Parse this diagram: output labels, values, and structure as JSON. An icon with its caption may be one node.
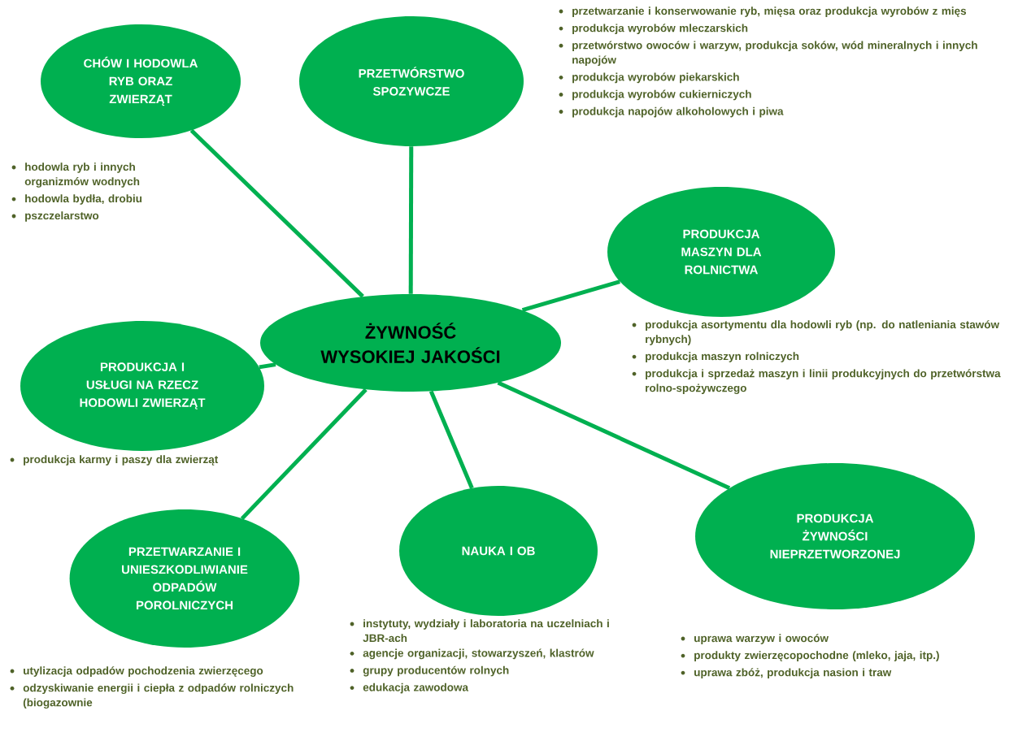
{
  "diagram": {
    "nodes": [
      {
        "text": [
          "ŻYWNOŚĆ WYSOKIEJ JAKOŚCI"
        ]
      },
      {
        "text": [
          "CHÓW I HODOWLA RYB ORAZ ZWIERZĄT"
        ],
        "beside": [
          "hodowla ryb i innych organizmów wodnych",
          "hodowla bydła, drobiu",
          "pszczelarstwo"
        ]
      },
      {
        "text": [
          "PRZETWÓRSTWO SPOZYWCZE"
        ],
        "beside": [
          "przetwarzanie i konserwowanie ryb, mięsa oraz produkcja wyrobów z mięs",
          "produkcja wyrobów mleczarskich",
          "przetwórstwo owoców i warzyw, produkcja soków, wód mineralnych i innych napojów",
          "produkcja wyrobów piekarskich",
          "produkcja wyrobów cukierniczych",
          "produkcja napojów alkoholowych i piwa"
        ]
      },
      {
        "text": [
          "PRODUKCJA MASZYN DLA ROLNICTWA"
        ],
        "beside": [
          "produkcja asortymentu dla hodowli ryb (np. do natleniania stawów rybnych)",
          "produkcja maszyn rolniczych",
          "produkcja i sprzedaż maszyn i linii produkcyjnych do przetwórstwa rolno-spożywczego"
        ]
      },
      {
        "text": [
          "PRODUKCJA I USŁUGI NA RZECZ HODOWLI ZWIERZĄT"
        ],
        "beside": [
          "produkcja karmy i paszy dla zwierząt"
        ]
      },
      {
        "text": [
          "PRODUKCJA ŻYWNOŚCI NIEPRZETWORZONEJ"
        ],
        "beside": [
          "uprawa warzyw i owoców",
          "produkty zwierzęcopochodne (mleko, jaja, itp.)",
          "uprawa zbóż, produkcja nasion i traw"
        ]
      },
      {
        "text": [
          "NAUKA I OB"
        ],
        "beside": [
          "instytuty, wydziały i laboratoria na uczelniach i JBR-ach",
          "agencje organizacji, stowarzyszeń, klastrów",
          "grupy producentów rolnych",
          "edukacja zawodowa"
        ]
      },
      {
        "text": [
          "PRZETWARZANIE I UNIESZKODLIWIANIE ODPADÓW POROLNICZYCH"
        ],
        "beside": [
          "utylizacja odpadów pochodzenia zwierzęcego",
          "odzyskiwanie energii i ciepła z odpadów rolniczych (biogazownie"
        ]
      }
    ],
    "edges": [
      {
        "from": 0,
        "to": 1,
        "arrow": "none"
      },
      {
        "from": 0,
        "to": 2,
        "arrow": "none"
      },
      {
        "from": 0,
        "to": 3,
        "arrow": "none"
      },
      {
        "from": 0,
        "to": 4,
        "arrow": "none"
      },
      {
        "from": 0,
        "to": 5,
        "arrow": "none"
      },
      {
        "from": 0,
        "to": 6,
        "arrow": "none"
      },
      {
        "from": 0,
        "to": 7,
        "arrow": "none"
      }
    ]
  }
}
